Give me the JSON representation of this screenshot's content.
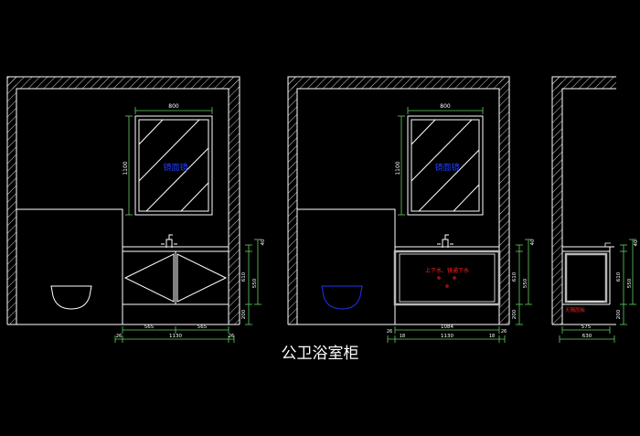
{
  "colors": {
    "wall": "#ffffff",
    "dim": "#5fd35f",
    "dim_text": "#ffffff",
    "mirror_label": "#1f3cff",
    "note_red": "#ff2020",
    "toilet_blue": "#2233ee",
    "cabinet_frame": "#b8b8b8"
  },
  "caption": "公卫浴室柜",
  "elevation_1": {
    "mirror_width": "800",
    "mirror_height": "1100",
    "mirror_label": "镜面镜",
    "top_gap": "40",
    "cabinet_height": "610",
    "inner_height": "550",
    "base_height": "200",
    "door_width_left": "565",
    "door_width_right": "565",
    "total_width": "1130",
    "side_left": "26",
    "side_right": "26"
  },
  "elevation_2": {
    "mirror_width": "800",
    "mirror_height": "1100",
    "mirror_label": "镜面镜",
    "cabinet_note": "上下水、镜通下水",
    "top_gap": "40",
    "cabinet_height": "610",
    "inner_height": "550",
    "base_height": "200",
    "inner_width": "1084",
    "total_width": "1130",
    "side_left": "26",
    "side_right": "26",
    "bottom_left": "18",
    "bottom_right": "18"
  },
  "section": {
    "top_gap": "40",
    "cabinet_height": "610",
    "inner_height": "550",
    "base_height": "200",
    "inner_depth": "575",
    "total_depth": "630",
    "note": "无隔层板"
  }
}
